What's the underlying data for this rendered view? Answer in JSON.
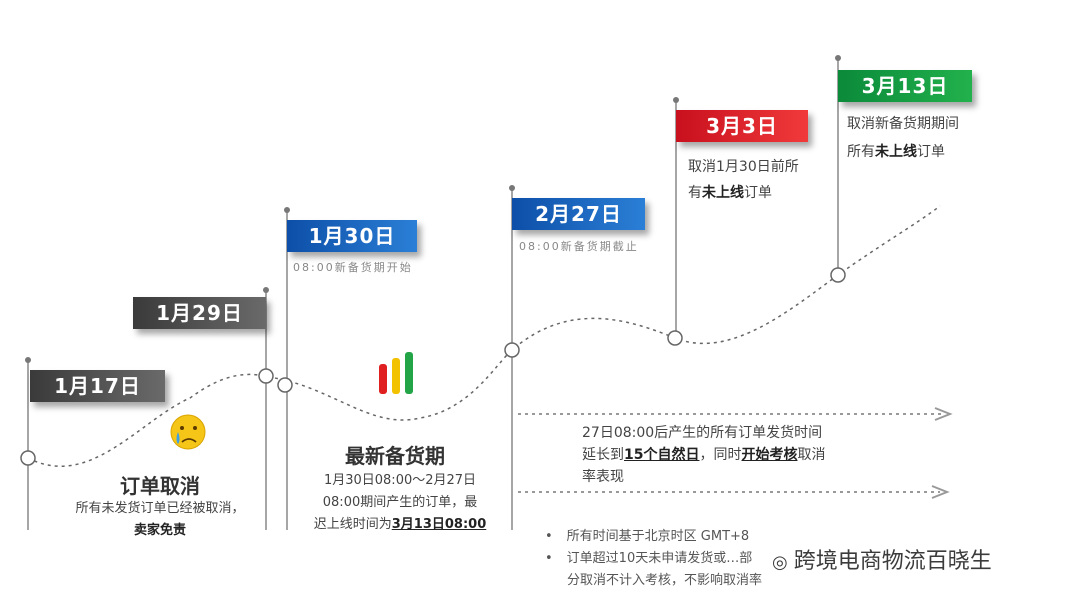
{
  "milestones": [
    {
      "date": "1月17日",
      "color": "gray"
    },
    {
      "date": "1月29日",
      "color": "gray"
    },
    {
      "date": "1月30日",
      "color": "blue",
      "note": "08:00新备货期开始"
    },
    {
      "date": "2月27日",
      "color": "blue",
      "note": "08:00新备货期截止"
    },
    {
      "date": "3月3日",
      "color": "red",
      "desc_line1": "取消1月30日前所",
      "desc_line2_pre": "有",
      "desc_line2_bold": "未上线",
      "desc_line2_post": "订单"
    },
    {
      "date": "3月13日",
      "color": "green",
      "desc_line1": "取消新备货期期间",
      "desc_line2_pre": "所有",
      "desc_line2_bold": "未上线",
      "desc_line2_post": "订单"
    }
  ],
  "cancel_block": {
    "emoji_name": "crying-face-icon",
    "title": "订单取消",
    "line1": "所有未发货订单已经被取消，",
    "line2": "卖家免责"
  },
  "restock_block": {
    "icon_name": "bar-chart-icon",
    "title": "最新备货期",
    "line1": "1月30日08:00～2月27日",
    "line2": "08:00期间产生的订单，最",
    "line3_pre": "迟上线时间为",
    "line3_bold": "3月13日08:00"
  },
  "extension_block": {
    "line1": "27日08:00后产生的所有订单发货时间",
    "line2_pre": "延长到",
    "line2_bold1": "15个自然日",
    "line2_mid": "，同时",
    "line2_bold2": "开始考核",
    "line2_post": "取消",
    "line3": "率表现"
  },
  "notes": [
    "所有时间基于北京时区 GMT+8",
    "订单超过10天未申请发货或…部",
    "分取消不计入考核，不影响取消率"
  ],
  "watermark": "跨境电商物流百晓生",
  "colors": {
    "gray": "#4a4a4a",
    "blue": "#1565c0",
    "red": "#e0202a",
    "green": "#16a043"
  }
}
